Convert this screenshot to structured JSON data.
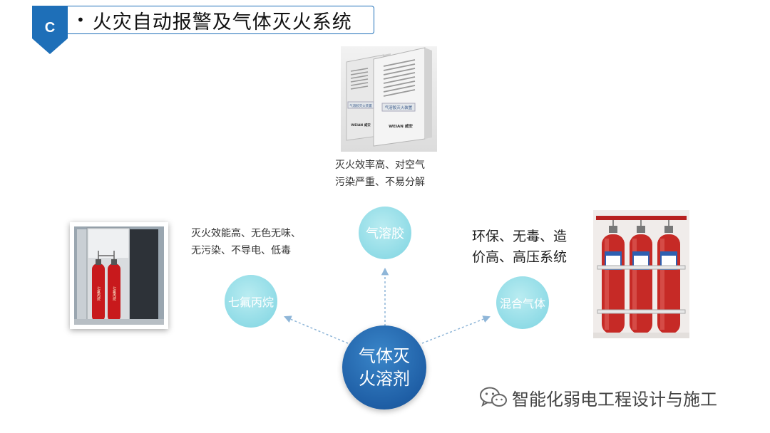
{
  "header": {
    "badge_letter": "C",
    "bullet": "•",
    "title": "火灾自动报警及气体灭火系统",
    "accent": "#1e6fb8"
  },
  "center": {
    "line1": "气体灭",
    "line2": "火溶剂",
    "color": "#1f5fa6"
  },
  "nodes": {
    "aerosol": {
      "label": "气溶胶",
      "desc_line1": "灭火效率高、对空气",
      "desc_line2": "污染严重、不易分解"
    },
    "heptafluoropropane": {
      "label": "七氟丙烷",
      "desc_line1": "灭火效能高、无色无味、",
      "desc_line2": "无污染、不导电、低毒"
    },
    "mixed_gas": {
      "label": "混合气体",
      "desc_line1": "环保、无毒、造",
      "desc_line2": "价高、高压系统"
    },
    "light_color": "#8fdbe6"
  },
  "device_panel": {
    "left_plate": "气溶胶灭火装置",
    "right_plate": "气溶胶灭火装置",
    "left_brand": "WEIAN 威安",
    "right_brand": "WEIAN 威安"
  },
  "cylinder_label": "七氟丙烷",
  "footer": {
    "icon": "wechat-icon",
    "text": "智能化弱电工程设计与施工"
  }
}
